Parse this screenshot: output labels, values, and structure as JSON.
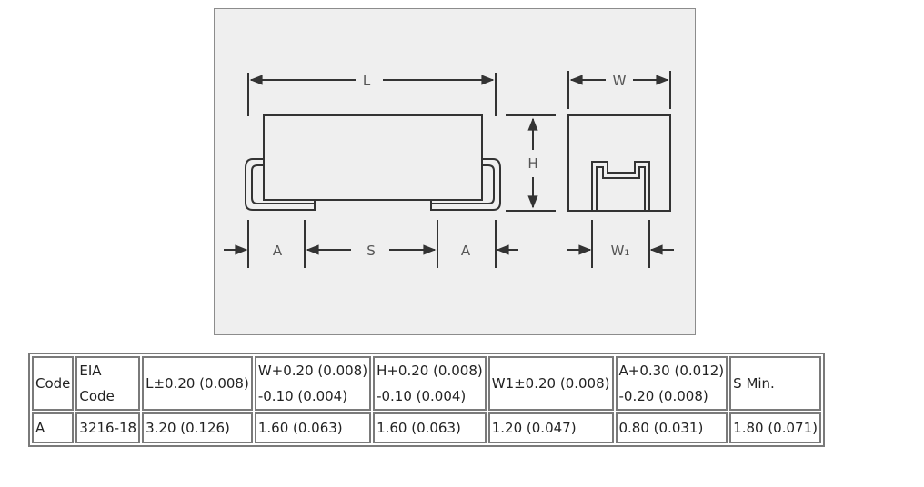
{
  "diagram": {
    "labels": {
      "length": "L",
      "width": "W",
      "height": "H",
      "terminal_a_left": "A",
      "spacing": "S",
      "terminal_a_right": "A",
      "terminal_width": "W₁"
    }
  },
  "table": {
    "headers": [
      {
        "lines": [
          "Code"
        ]
      },
      {
        "lines": [
          "EIA",
          "Code"
        ]
      },
      {
        "lines": [
          "L±0.20 (0.008)"
        ]
      },
      {
        "lines": [
          "W+0.20 (0.008)",
          "-0.10 (0.004)"
        ]
      },
      {
        "lines": [
          "H+0.20 (0.008)",
          "-0.10 (0.004)"
        ]
      },
      {
        "lines": [
          "W1±0.20 (0.008)"
        ]
      },
      {
        "lines": [
          "A+0.30 (0.012)",
          "-0.20 (0.008)"
        ]
      },
      {
        "lines": [
          "S Min."
        ]
      }
    ],
    "rows": [
      [
        "A",
        "3216-18",
        "3.20 (0.126)",
        "1.60 (0.063)",
        "1.60 (0.063)",
        "1.20 (0.047)",
        "0.80 (0.031)",
        "1.80 (0.071)"
      ]
    ]
  }
}
